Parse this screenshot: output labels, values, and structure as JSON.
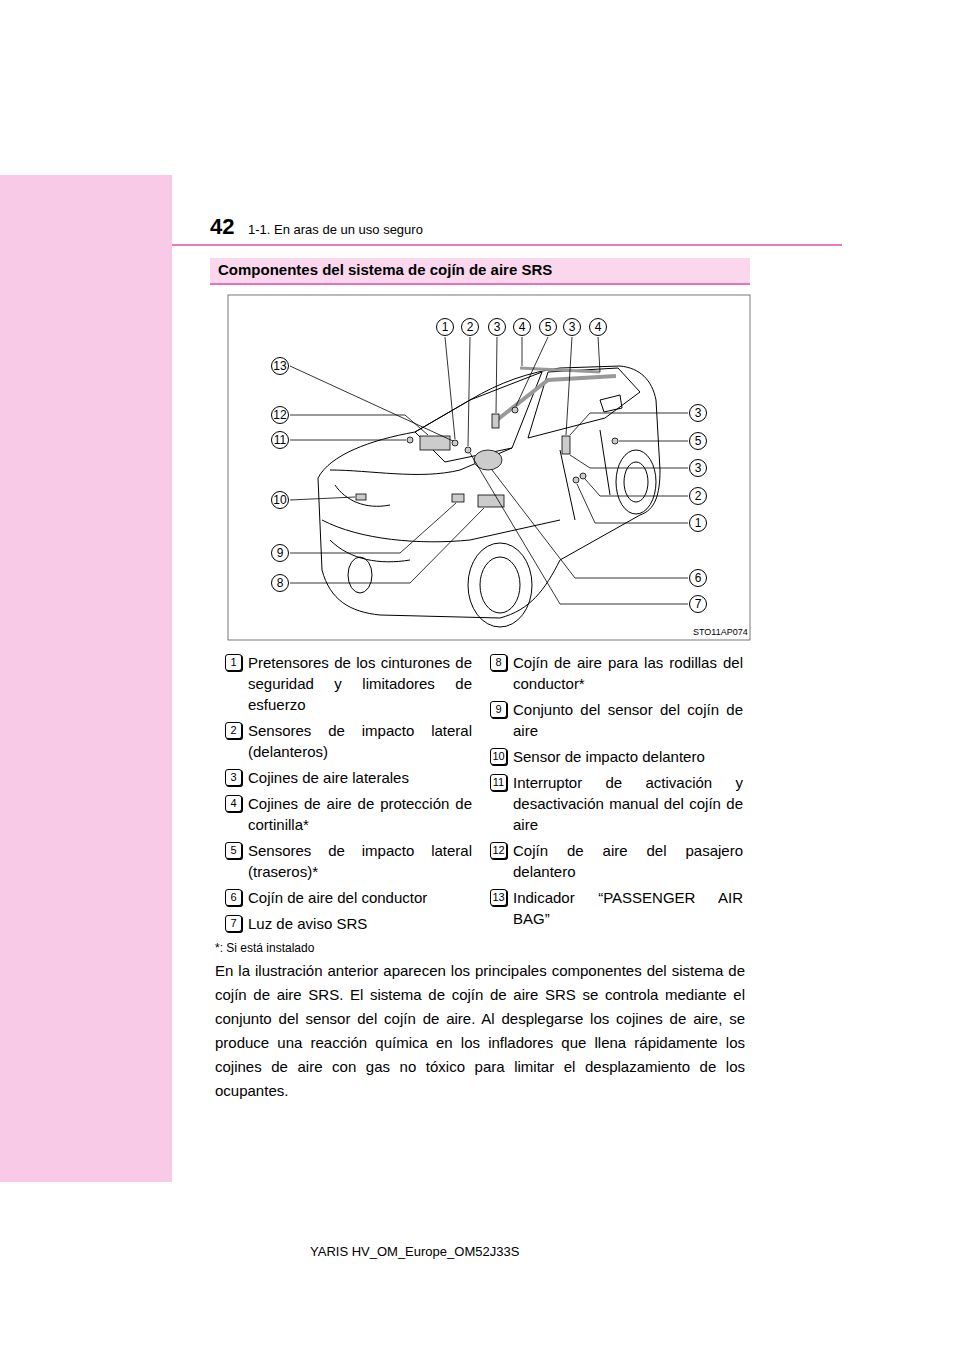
{
  "diagram": {
    "nodes": [
      {
        "text": [
          "Componentes del sistema de cojín de aire SRS"
        ]
      }
    ],
    "labels": [
      "42",
      "1-1. En aras de un uso seguro",
      "1",
      "2",
      "3",
      "4",
      "5",
      "3",
      "4",
      "13",
      "12",
      "11",
      "10",
      "9",
      "8",
      "3",
      "5",
      "3",
      "2",
      "1",
      "6",
      "7",
      "STO11AP074",
      "1",
      "Pretensores de los cinturones de seguridad y limitadores de esfuerzo",
      "2",
      "Sensores de impacto lateral (delanteros)",
      "3",
      "Cojines de aire laterales",
      "4",
      "Cojines de aire de protección de cortinilla*",
      "5",
      "Sensores de impacto lateral (traseros)*",
      "6",
      "Cojín de aire del conductor",
      "7",
      "Luz de aviso SRS",
      "8",
      "Cojín de aire para las rodillas del conductor*",
      "9",
      "Conjunto del sensor del cojín de aire",
      "10",
      "Sensor de impacto delantero",
      "11",
      "Interruptor de activación y desactivación manual del cojín de aire",
      "12",
      "Cojín de aire del pasajero delantero",
      "13",
      "Indicador “PASSENGER AIR BAG”",
      "*: Si está instalado",
      "En la ilustración anterior aparecen los principales componentes del sistema de cojín de aire SRS. El sistema de cojín de aire SRS se controla mediante el conjunto del sensor del cojín de aire. Al desplegarse los cojines de aire, se produce una reacción química en los infladores que llena rápidamente los cojines de aire con gas no tóxico para limitar el desplazamiento de los ocupantes.",
      "YARIS HV_OM_Europe_OM52J33S"
    ]
  }
}
